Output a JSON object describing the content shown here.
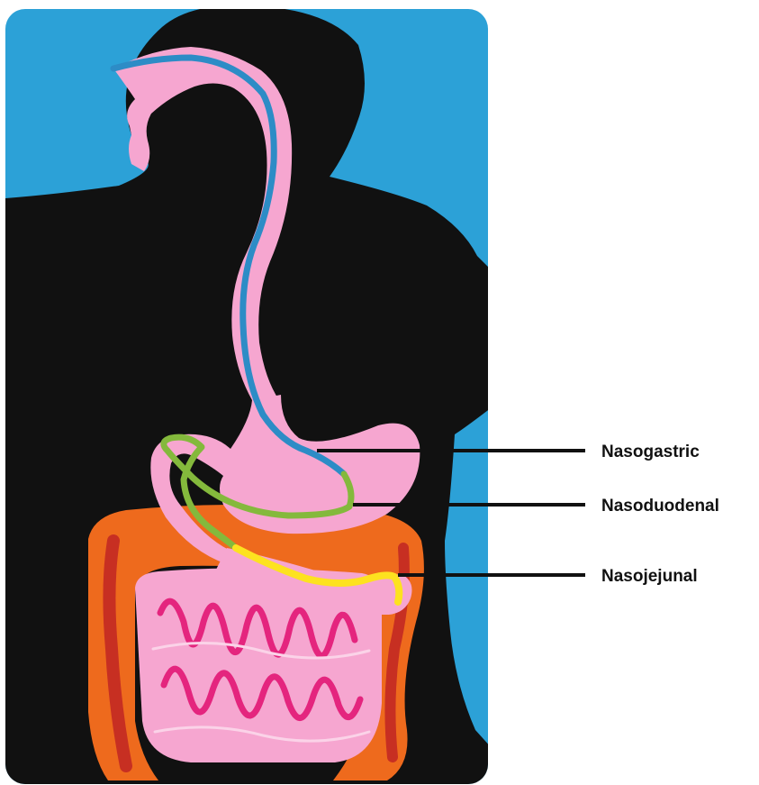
{
  "colors": {
    "background_panel": "#2ca1d7",
    "silhouette": "#111111",
    "gi_tract": "#f6a6d0",
    "small_bowel_shadow": "#e4257e",
    "colon": "#ee6a1d",
    "colon_shadow": "#c72f22",
    "tube_nasogastric": "#2d8cc6",
    "tube_nasoduodenal": "#84b93c",
    "tube_nasojejunal": "#fde21f",
    "leader_line": "#111111"
  },
  "labels": {
    "nasogastric": "Nasogastric",
    "nasoduodenal": "Nasoduodenal",
    "nasojejunal": "Nasojejunal"
  }
}
